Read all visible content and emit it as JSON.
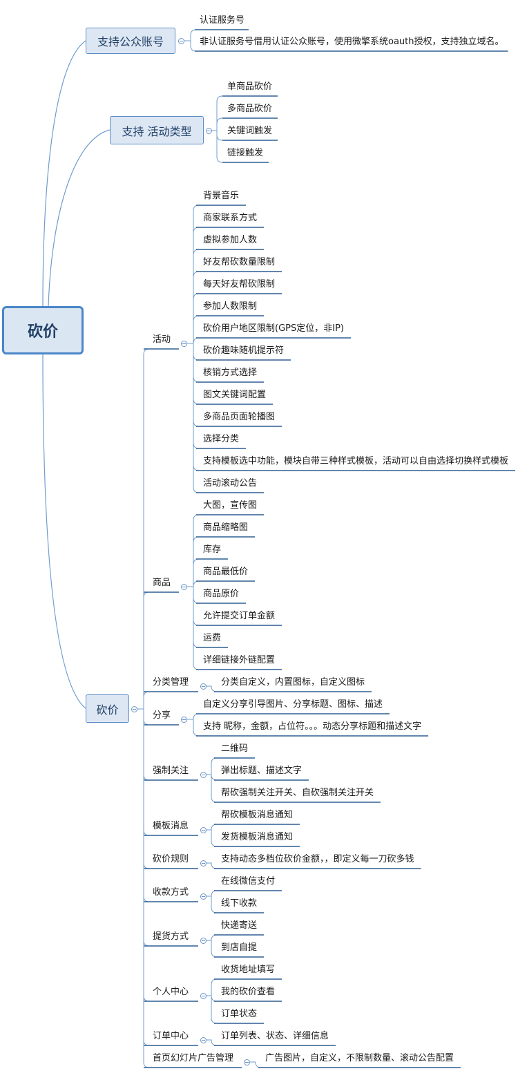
{
  "root": "砍价",
  "branches": {
    "public_account": {
      "label": "支持公众账号",
      "items": [
        "认证服务号",
        "非认证服务号借用认证公众账号，使用微擎系统oauth授权，支持独立域名。"
      ]
    },
    "activity_type": {
      "label": "支持 活动类型",
      "items": [
        "单商品砍价",
        "多商品砍价",
        "关键词触发",
        "链接触发"
      ]
    },
    "bargain": {
      "label": "砍价",
      "groups": [
        {
          "label": "活动",
          "items": [
            "背景音乐",
            "商家联系方式",
            "虚拟参加人数",
            "好友帮砍数量限制",
            "每天好友帮砍限制",
            "参加人数限制",
            "砍价用户地区限制(GPS定位，非IP)",
            "砍价趣味随机提示符",
            "核销方式选择",
            "图文关键词配置",
            "多商品页面轮播图",
            "选择分类",
            "支持模板选中功能，模块自带三种样式模板，活动可以自由选择切换样式模板",
            "活动滚动公告"
          ]
        },
        {
          "label": "商品",
          "items": [
            "大图，宣传图",
            "商品缩略图",
            "库存",
            "商品最低价",
            "商品原价",
            "允许提交订单金额",
            "运费",
            "详细链接外链配置"
          ]
        },
        {
          "label": "分类管理",
          "items": [
            "分类自定义，内置图标，自定义图标"
          ]
        },
        {
          "label": "分享",
          "items": [
            "自定义分享引导图片、分享标题、图标、描述",
            "支持 昵称，金额，占位符。。。动态分享标题和描述文字"
          ]
        },
        {
          "label": "强制关注",
          "items": [
            "二维码",
            "弹出标题、描述文字",
            "帮砍强制关注开关、自砍强制关注开关"
          ]
        },
        {
          "label": "模板消息",
          "items": [
            "帮砍模板消息通知",
            "发货模板消息通知"
          ]
        },
        {
          "label": "砍价规则",
          "items": [
            "支持动态多档位砍价金额，，即定义每一刀砍多钱"
          ]
        },
        {
          "label": "收款方式",
          "items": [
            "在线微信支付",
            "线下收款"
          ]
        },
        {
          "label": "提货方式",
          "items": [
            "快递寄送",
            "到店自提"
          ]
        },
        {
          "label": "个人中心",
          "items": [
            "收货地址填写",
            "我的砍价查看",
            "订单状态"
          ]
        },
        {
          "label": "订单中心",
          "items": [
            "订单列表、状态、详细信息"
          ]
        },
        {
          "label": "首页幻灯片广告管理",
          "items": [
            "广告图片，自定义，不限制数量、滚动公告配置"
          ]
        }
      ]
    }
  },
  "colors": {
    "line": "#6f9ccf",
    "underline": "#2f5f93",
    "root_border": "#4a86c8",
    "node_fill": "#dde7f3"
  }
}
